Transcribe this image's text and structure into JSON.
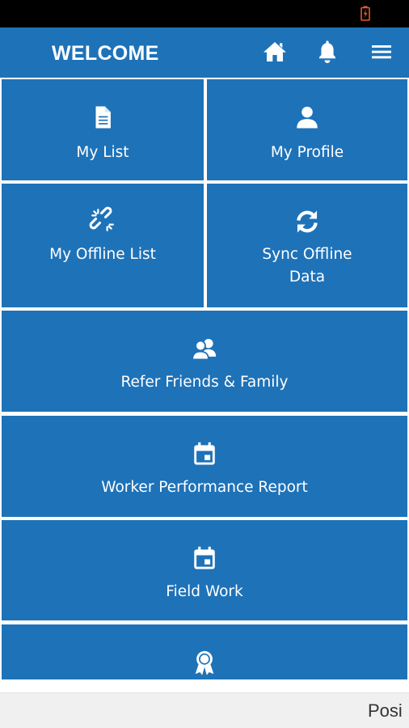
{
  "colors": {
    "primary": "#1e72b8",
    "status_bar": "#000000",
    "battery_accent": "#e8582c",
    "bottom_bar": "#f0f0f0"
  },
  "status_bar": {
    "battery_icon": "battery-charging-icon"
  },
  "header": {
    "title": "WELCOME",
    "icons": [
      "home-icon",
      "bell-icon",
      "menu-icon"
    ]
  },
  "tiles": [
    {
      "label": "My List",
      "icon": "document-icon"
    },
    {
      "label": "My Profile",
      "icon": "person-icon"
    },
    {
      "label": "My Offline List",
      "icon": "broken-link-icon"
    },
    {
      "label": "Sync Offline Data",
      "icon": "sync-icon"
    },
    {
      "label": "Refer Friends & Family",
      "icon": "people-icon"
    },
    {
      "label": "Worker Performance Report",
      "icon": "calendar-icon"
    },
    {
      "label": "Field Work",
      "icon": "calendar-icon"
    },
    {
      "label": "",
      "icon": "award-ribbon-icon"
    }
  ],
  "footer": {
    "ticker_text": "Posi"
  }
}
